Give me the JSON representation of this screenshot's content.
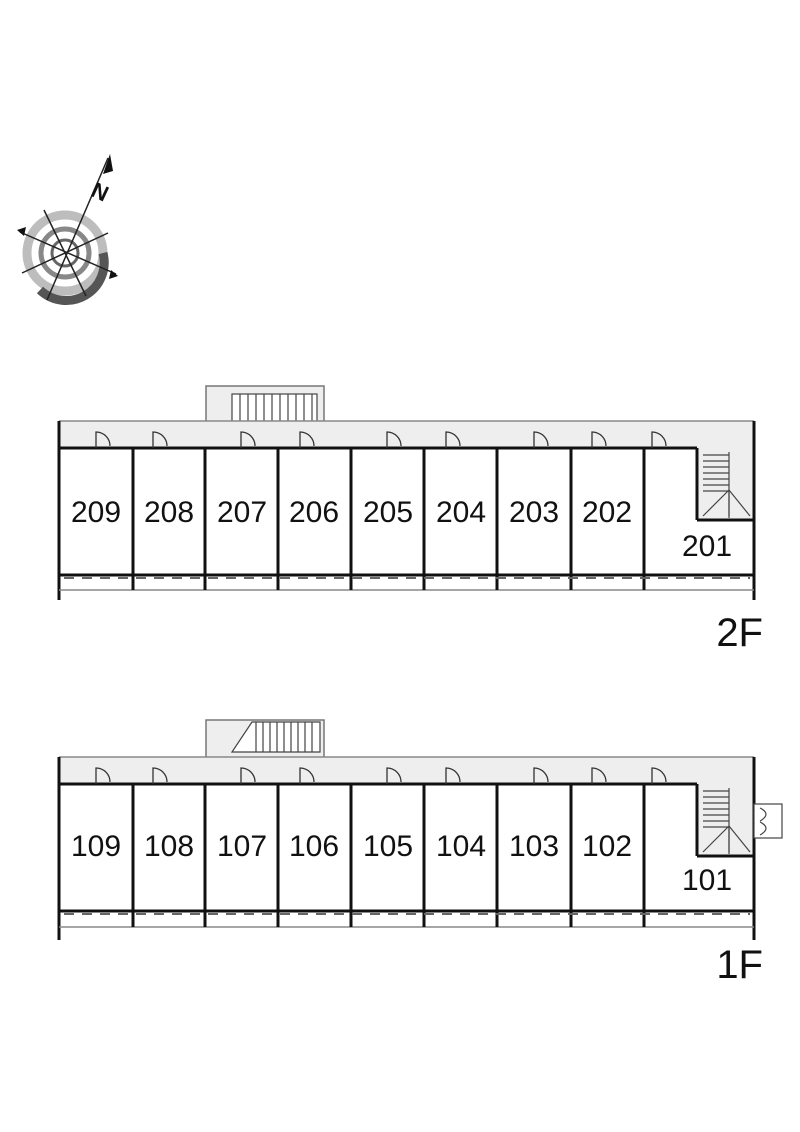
{
  "compass": {
    "north_label": "N",
    "icon": "compass-rose-icon"
  },
  "colors": {
    "corridor": "#eeeeee",
    "wall": "#111111",
    "background": "#ffffff"
  },
  "floors": [
    {
      "id": "2f",
      "label": "2F",
      "units": [
        "209",
        "208",
        "207",
        "206",
        "205",
        "204",
        "203",
        "202",
        "201"
      ]
    },
    {
      "id": "1f",
      "label": "1F",
      "units": [
        "109",
        "108",
        "107",
        "106",
        "105",
        "104",
        "103",
        "102",
        "101"
      ]
    }
  ]
}
